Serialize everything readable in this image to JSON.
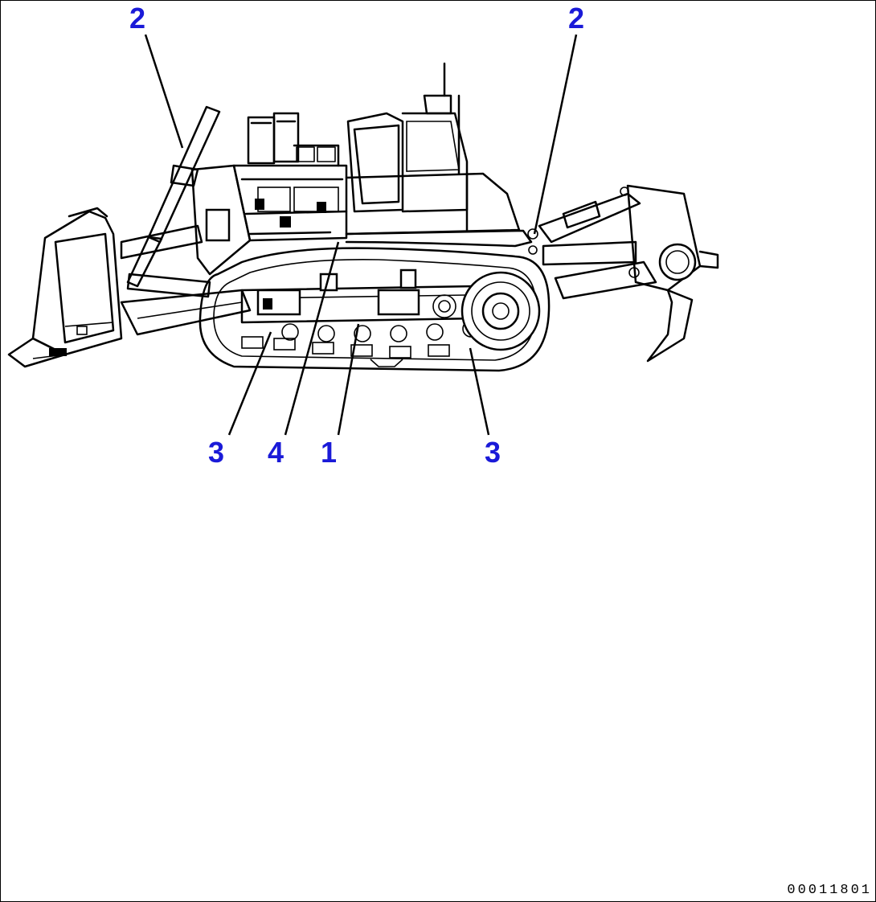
{
  "diagram": {
    "callouts": [
      {
        "id": "top-left",
        "label": "2"
      },
      {
        "id": "top-right",
        "label": "2"
      },
      {
        "id": "bottom-3-left",
        "label": "3"
      },
      {
        "id": "bottom-4",
        "label": "4"
      },
      {
        "id": "bottom-1",
        "label": "1"
      },
      {
        "id": "bottom-3-right",
        "label": "3"
      }
    ],
    "callout_color": "#1a1ad8",
    "line_color": "#000000"
  },
  "footer": {
    "drawing_id": "00011801"
  }
}
